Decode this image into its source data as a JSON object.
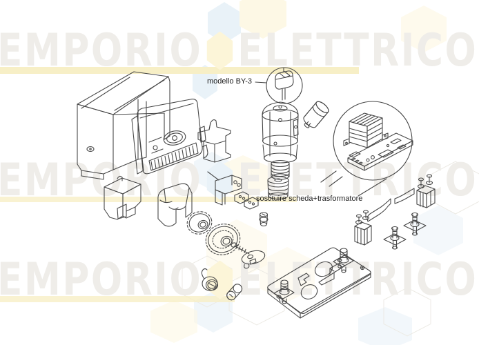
{
  "watermark": {
    "word1": "EMPORIO",
    "word2": "ELETTRICO",
    "text_color": "#efede9",
    "underline_color": "#f7efc6",
    "hex_yellow": "#fdf8e5",
    "hex_blue": "#e9f2f8"
  },
  "annotations": {
    "model_label": "modello BY-3",
    "replace_label": "sostituire scheda+trasformatore",
    "text_color": "#1c1c1c"
  },
  "diagram": {
    "stroke_color": "#474747",
    "accent_black": "#1c1c1c",
    "parts": [
      {
        "name": "housing-cover"
      },
      {
        "name": "front-cover-panel"
      },
      {
        "name": "cover-strip"
      },
      {
        "name": "release-bracket"
      },
      {
        "name": "limit-switch"
      },
      {
        "name": "terminal-clamps"
      },
      {
        "name": "motor"
      },
      {
        "name": "motor-worm-shaft"
      },
      {
        "name": "worm-spring"
      },
      {
        "name": "capacitor"
      },
      {
        "name": "power-plug"
      },
      {
        "name": "model-callout-circle"
      },
      {
        "name": "board-transformer-inset"
      },
      {
        "name": "transformer"
      },
      {
        "name": "circuit-board"
      },
      {
        "name": "mount-bracket"
      },
      {
        "name": "gear-housing"
      },
      {
        "name": "pinion-gear"
      },
      {
        "name": "drive-gear"
      },
      {
        "name": "screw-with-washer"
      },
      {
        "name": "spacer-pin"
      },
      {
        "name": "release-lock"
      },
      {
        "name": "key-cylinder"
      },
      {
        "name": "base-plate"
      },
      {
        "name": "anchor-stud-front"
      },
      {
        "name": "anchor-stud-rear"
      },
      {
        "name": "fixing-bracket-left"
      },
      {
        "name": "fixing-bracket-right"
      },
      {
        "name": "anchor-bolt-1"
      },
      {
        "name": "anchor-bolt-2"
      }
    ]
  }
}
